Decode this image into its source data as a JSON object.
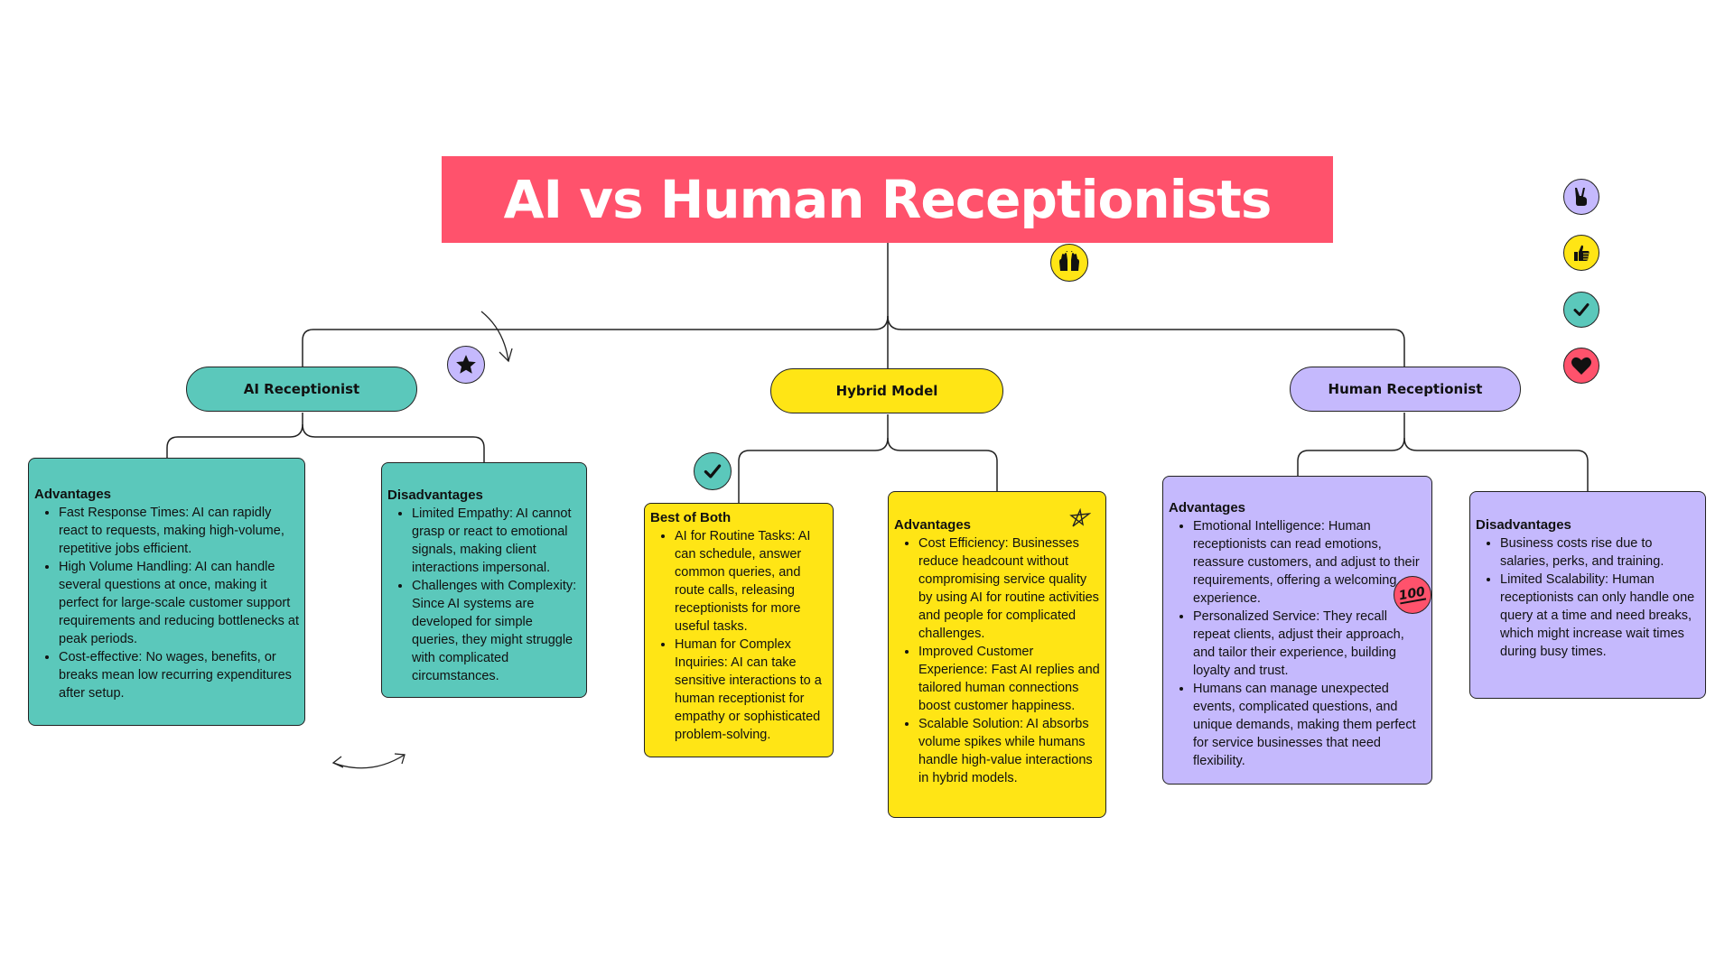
{
  "title": "AI vs Human Receptionists",
  "colors": {
    "title_bg": "#ff526c",
    "teal": "#5bc8bb",
    "yellow": "#ffe515",
    "lavender": "#c5b9fd",
    "red": "#ff526c"
  },
  "branches": {
    "ai": {
      "label": "AI Receptionist",
      "advantages": {
        "heading": "Advantages",
        "items": [
          "Fast Response Times: AI can rapidly react to requests, making high-volume, repetitive jobs efficient.",
          "High Volume Handling: AI can handle several questions at once, making it perfect for large-scale customer support requirements and reducing bottlenecks at peak periods.",
          "Cost-effective: No wages, benefits, or breaks mean low recurring expenditures after setup."
        ]
      },
      "disadvantages": {
        "heading": "Disadvantages",
        "items": [
          "Limited Empathy: AI cannot grasp or react to emotional signals, making client interactions impersonal.",
          "Challenges with Complexity: Since AI systems are developed for simple queries, they might struggle with complicated circumstances."
        ]
      }
    },
    "hybrid": {
      "label": "Hybrid Model",
      "best_of_both": {
        "heading": "Best of Both",
        "items": [
          "AI for Routine Tasks: AI can schedule, answer common queries, and route calls, releasing receptionists for more useful tasks.",
          "Human for Complex Inquiries: AI can take sensitive interactions to a human receptionist for empathy or sophisticated problem-solving."
        ]
      },
      "advantages": {
        "heading": "Advantages",
        "items": [
          "Cost Efficiency: Businesses reduce headcount without compromising service quality by using AI for routine activities and people for complicated challenges.",
          "Improved Customer Experience: Fast AI replies and tailored human connections boost customer happiness.",
          "Scalable Solution: AI absorbs volume spikes while humans handle high-value interactions in hybrid models."
        ]
      }
    },
    "human": {
      "label": "Human Receptionist",
      "advantages": {
        "heading": "Advantages",
        "items": [
          "Emotional Intelligence: Human receptionists can read emotions, reassure customers, and adjust to their requirements, offering a welcoming experience.",
          "Personalized Service: They recall repeat clients, adjust their approach, and tailor their experience, building loyalty and trust.",
          "Humans can manage unexpected events, complicated questions, and unique demands, making them perfect for service businesses that need flexibility."
        ]
      },
      "disadvantages": {
        "heading": "Disadvantages",
        "items": [
          "Business costs rise due to salaries, perks, and training.",
          "Limited Scalability: Human receptionists can only handle one query at a time and need breaks, which might increase wait times during busy times."
        ]
      }
    }
  },
  "stickers": {
    "side_column": [
      "peace-hand-icon",
      "thumbs-up-icon",
      "checkmark-icon",
      "heart-icon"
    ],
    "clapping": "raised-hands-icon",
    "star": "star-icon",
    "hybrid_check": "checkmark-icon",
    "hundred": "hundred-points-icon",
    "hundred_text": "100",
    "sketch_star": "sketch-star-icon"
  }
}
